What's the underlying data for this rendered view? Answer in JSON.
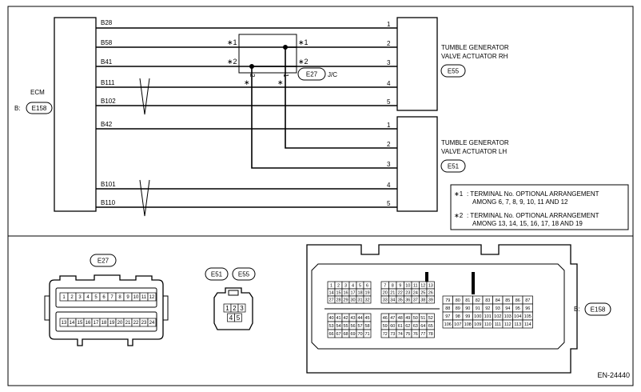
{
  "ecm": {
    "label": "ECM",
    "prefix": "B:",
    "connector": "E158",
    "pins": [
      "B28",
      "B58",
      "B41",
      "B111",
      "B102",
      "B42",
      "B101",
      "B110"
    ]
  },
  "jc": {
    "connector": "E27",
    "label": "J/C",
    "mark1": "∗1",
    "mark2": "∗2",
    "mark_v": "∗"
  },
  "actuator_rh": {
    "line1": "TUMBLE GENERATOR",
    "line2": "VALVE ACTUATOR RH",
    "connector": "E55",
    "pins": [
      "1",
      "2",
      "3",
      "4",
      "5"
    ]
  },
  "actuator_lh": {
    "line1": "TUMBLE GENERATOR",
    "line2": "VALVE ACTUATOR LH",
    "connector": "E51",
    "pins": [
      "1",
      "2",
      "3",
      "4",
      "5"
    ]
  },
  "legend": {
    "mark1": "∗1",
    "text1a": ": TERMINAL No. OPTIONAL ARRANGEMENT",
    "text1b": "AMONG 6, 7, 8, 9, 10, 11 AND 12",
    "mark2": "∗2",
    "text2a": ": TERMINAL No. OPTIONAL ARRANGEMENT",
    "text2b": "AMONG 13, 14, 15, 16, 17, 18 AND 19"
  },
  "connectors": {
    "e27": {
      "label": "E27",
      "row1": [
        "1",
        "2",
        "3",
        "4",
        "5",
        "6",
        "7",
        "8",
        "9",
        "10",
        "11",
        "12"
      ],
      "row2": [
        "13",
        "14",
        "15",
        "16",
        "17",
        "18",
        "19",
        "20",
        "21",
        "22",
        "23",
        "24"
      ]
    },
    "e51_e55": {
      "label_a": "E51",
      "label_b": "E55",
      "row1": [
        "1",
        "2",
        "3"
      ],
      "row2": [
        "4",
        "5"
      ]
    },
    "e158": {
      "prefix": "B:",
      "label": "E158",
      "blockA": [
        [
          "1",
          "2",
          "3",
          "4",
          "5",
          "6"
        ],
        [
          "14",
          "15",
          "16",
          "17",
          "18",
          "19"
        ],
        [
          "27",
          "28",
          "29",
          "30",
          "31",
          "32"
        ]
      ],
      "blockB": [
        [
          "7",
          "8",
          "9",
          "10",
          "11",
          "12",
          "13"
        ],
        [
          "20",
          "21",
          "22",
          "23",
          "24",
          "25",
          "26"
        ],
        [
          "33",
          "34",
          "35",
          "36",
          "37",
          "38",
          "39"
        ]
      ],
      "blockC": [
        [
          "79",
          "80",
          "81",
          "82",
          "83",
          "84",
          "85",
          "86",
          "87"
        ],
        [
          "88",
          "89",
          "90",
          "91",
          "92",
          "93",
          "94",
          "95",
          "96"
        ],
        [
          "97",
          "98",
          "99",
          "100",
          "101",
          "102",
          "103",
          "104",
          "105"
        ],
        [
          "106",
          "107",
          "108",
          "109",
          "110",
          "111",
          "112",
          "113",
          "114"
        ]
      ],
      "blockD": [
        [
          "40",
          "41",
          "42",
          "43",
          "44",
          "45"
        ],
        [
          "53",
          "54",
          "55",
          "56",
          "57",
          "58"
        ],
        [
          "66",
          "67",
          "68",
          "69",
          "70",
          "71"
        ]
      ],
      "blockE": [
        [
          "46",
          "47",
          "48",
          "49",
          "50",
          "51",
          "52"
        ],
        [
          "59",
          "60",
          "61",
          "62",
          "63",
          "64",
          "65"
        ],
        [
          "72",
          "73",
          "74",
          "75",
          "76",
          "77",
          "78"
        ]
      ]
    }
  },
  "figure_id": "EN-24440"
}
